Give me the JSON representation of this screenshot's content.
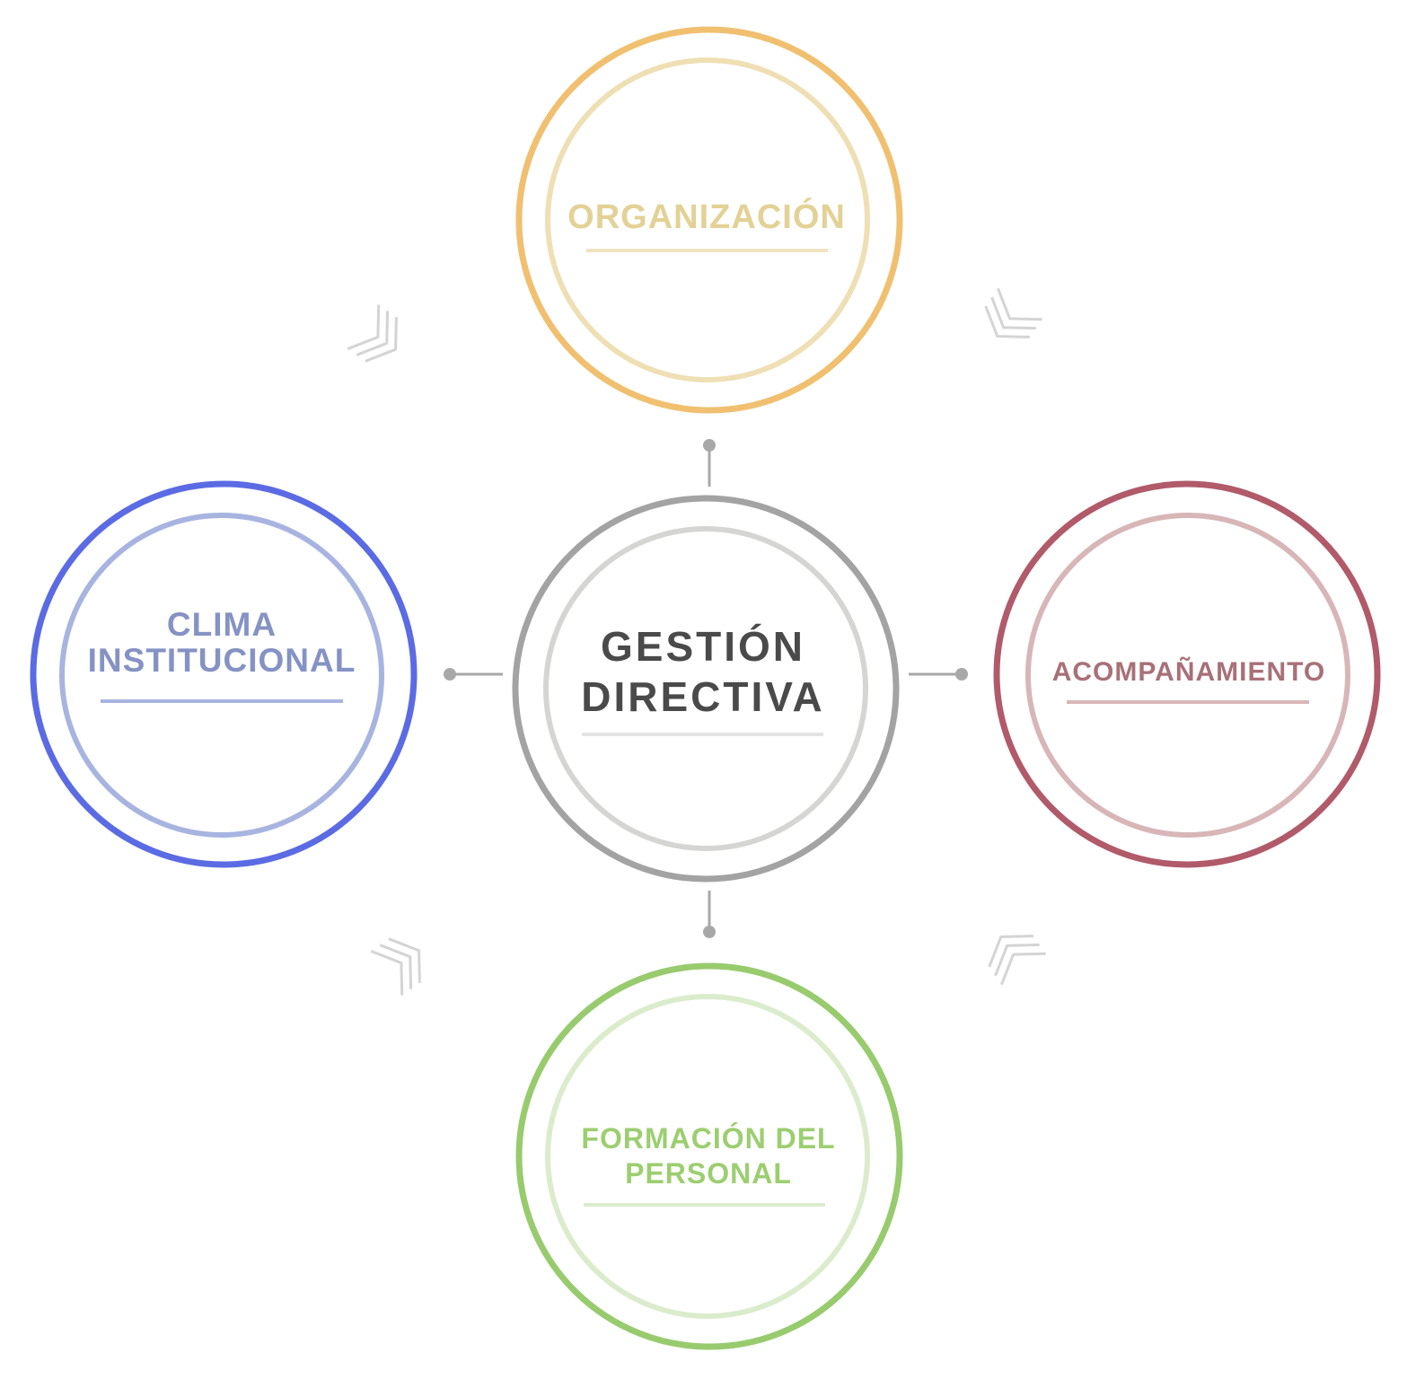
{
  "nodes": [
    {
      "id": "center",
      "lines": [
        "GESTIÓN",
        "DIRECTIVA"
      ],
      "outer_color": "#a3a3a3",
      "inner_color": "#d5d5d3",
      "text_color": "#4a4a4a",
      "underline_color": "#e4e4e4"
    },
    {
      "id": "top",
      "lines": [
        "ORGANIZACIÓN"
      ],
      "outer_color": "#f0c070",
      "inner_color": "#efdfb4",
      "text_color": "#e3d195",
      "underline_color": "#eee4c0"
    },
    {
      "id": "left",
      "lines": [
        "CLIMA",
        "INSTITUCIONAL"
      ],
      "outer_color": "#5b6be3",
      "inner_color": "#a8b4e0",
      "text_color": "#8592c4",
      "underline_color": "#a8b4e0"
    },
    {
      "id": "right",
      "lines": [
        "ACOMPAÑAMIENTO"
      ],
      "outer_color": "#b05a6a",
      "inner_color": "#d8b6b8",
      "text_color": "#a87078",
      "underline_color": "#d8b6b8"
    },
    {
      "id": "bottom",
      "lines": [
        "FORMACIÓN DEL",
        "PERSONAL"
      ],
      "outer_color": "#98cb6e",
      "inner_color": "#dbeccc",
      "text_color": "#9cce70",
      "underline_color": "#dbeccc"
    }
  ],
  "connector_color": "#a8a8a8",
  "arrow_icon_color": "#d4d4d4"
}
